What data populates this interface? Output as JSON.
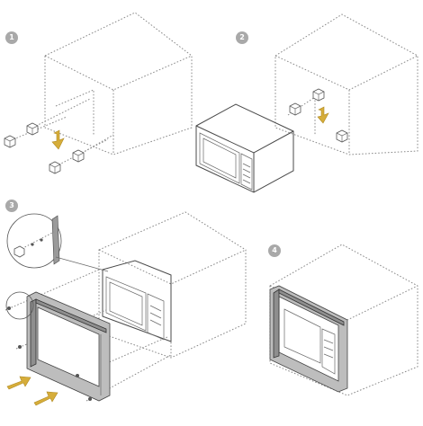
{
  "steps": [
    {
      "number": "1"
    },
    {
      "number": "2"
    },
    {
      "number": "3"
    },
    {
      "number": "4"
    }
  ],
  "colors": {
    "badge": "#a9a9a9",
    "arrow": "#d6ad3a",
    "line": "#8a8a8a",
    "frame": "#bdbdbd"
  }
}
